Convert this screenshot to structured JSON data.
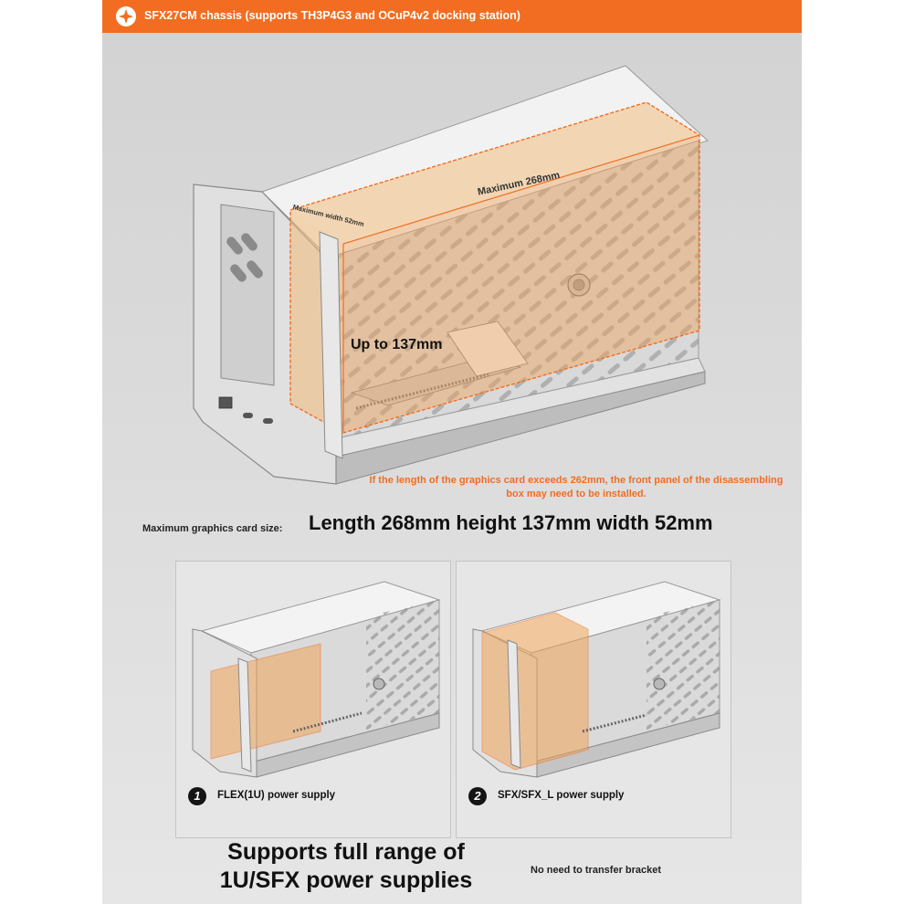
{
  "colors": {
    "accent": "#f26d21",
    "background": "#d6d6d6",
    "card_background": "#e6e6e6",
    "card_highlight": "#f0b061"
  },
  "banner": {
    "title": "SFX27CM chassis (supports TH3P4G3 and OCuP4v2 docking station)",
    "logo_icon": "brand-logo-icon"
  },
  "main_illustration": {
    "length_label": "Maximum 268mm",
    "width_label": "Maximum width 52mm",
    "height_label": "Up to 137mm"
  },
  "note": "If the length of the graphics card exceeds 262mm, the front panel of the disassembling box may need to be installed.",
  "max_size": {
    "label": "Maximum graphics card size:",
    "value": "Length 268mm height 137mm width 52mm"
  },
  "options": [
    {
      "number": "1",
      "label": "FLEX(1U) power supply"
    },
    {
      "number": "2",
      "label": "SFX/SFX_L power supply"
    }
  ],
  "footer": {
    "line1": "Supports full range of",
    "line2": "1U/SFX power supplies",
    "side_note": "No need to transfer bracket"
  }
}
